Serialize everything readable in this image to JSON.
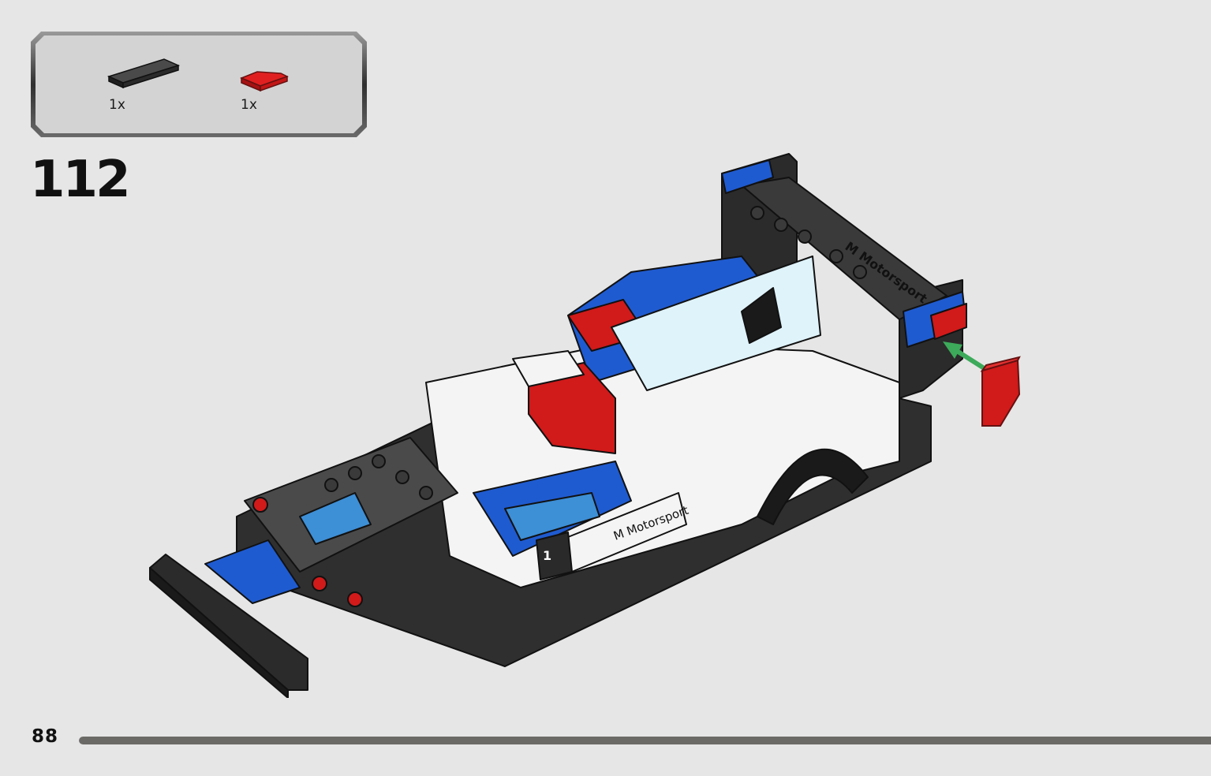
{
  "page": {
    "step_number": "112",
    "page_number": "88",
    "progress": 1.0
  },
  "parts_list": {
    "items": [
      {
        "name": "black-tile-1x4",
        "color": "#2b2b2b",
        "quantity": "1x"
      },
      {
        "name": "red-wedge-tile",
        "color": "#d11f1f",
        "quantity": "1x"
      }
    ]
  },
  "illustration": {
    "subject": "race-car-model",
    "livery_text": "M Motorsport",
    "car_number": "1",
    "colors": {
      "blue": "#1f5bd0",
      "red": "#d11a1a",
      "white": "#f4f4f4",
      "black": "#2a2a2a",
      "grey": "#8d8d8d",
      "light_blue": "#3d8fd6"
    },
    "arrow_color": "#3caa5a"
  }
}
